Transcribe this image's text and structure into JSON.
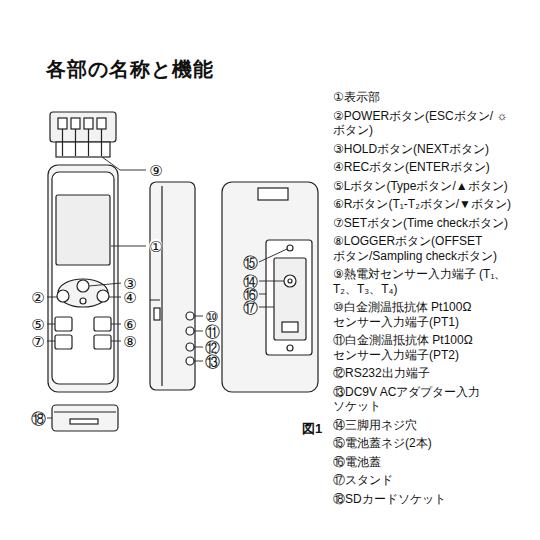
{
  "diagram": {
    "title": "各部の名称と機能",
    "labels": [
      "⑨",
      "①",
      "⑮",
      "⑭",
      "③",
      "⑯",
      "②",
      "④",
      "⑰",
      "⑩",
      "⑤",
      "⑥",
      "⑪",
      "⑦",
      "⑧",
      "⑫",
      "⑬",
      "⑱",
      "図1",
      "①表示部",
      "②POWERボタン(ESCボタン/ ☼ボタン)",
      "③HOLDボタン(NEXTボタン)",
      "④RECボタン(ENTERボタン)",
      "⑤Lボタン(Typeボタン/▲ボタン)",
      "⑥Rボタン(T₁-T₂ボタン/▼ボタン)",
      "⑦SETボタン(Time checkボタン)",
      "⑧LOGGERボタン(OFFSET ボタン/Sampling checkボタン)",
      "⑨熱電対センサー入力端子 (T₁、T₂、T₃、T₄)",
      "⑩白金測温抵抗体 Pt100Ω センサー入力端子(PT1)",
      "⑪白金測温抵抗体 Pt100Ω センサー入力端子(PT2)",
      "⑫RS232出力端子",
      "⑬DC9V ACアダプター入力 ソケット",
      "⑭三脚用ネジ穴",
      "⑮電池蓋ネジ(2本)",
      "⑯電池蓋",
      "⑰スタンド",
      "⑱SDカードソケット"
    ]
  }
}
